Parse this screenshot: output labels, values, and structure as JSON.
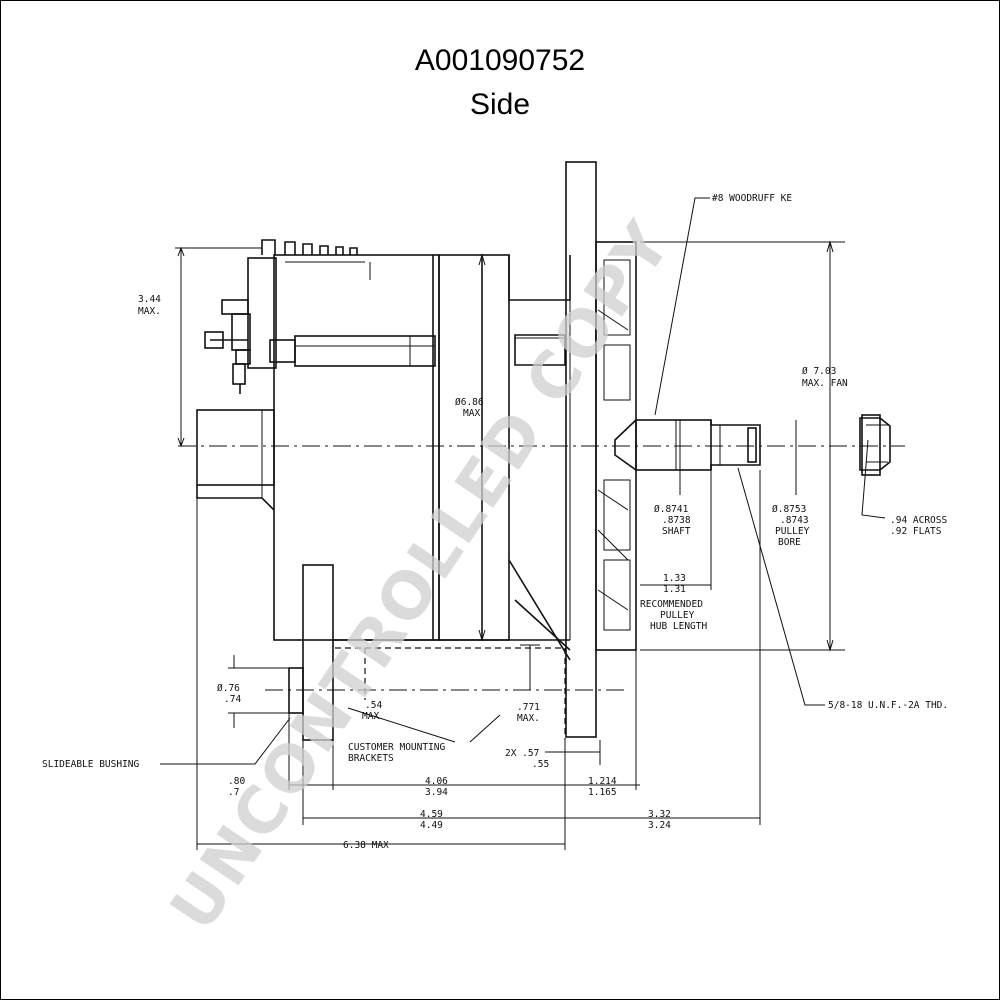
{
  "header": {
    "part_number": "A001090752",
    "view": "Side"
  },
  "watermark": "UNCONTROLLED COPY",
  "labels": {
    "max_344": "3.44",
    "max_344_sub": "MAX.",
    "dia_686": "Ø6.86",
    "dia_686_sub": "MAX",
    "woodruff": "#8 WOODRUFF KE",
    "fan_dia": "Ø 7.03",
    "fan_sub": "MAX. FAN",
    "shaft_a": "Ø.8741",
    "shaft_b": ".8738",
    "shaft_c": "SHAFT",
    "bore_a": "Ø.8753",
    "bore_b": ".8743",
    "bore_c1": "PULLEY",
    "bore_c2": "BORE",
    "flats_a": ".94 ACROSS",
    "flats_b": ".92 FLATS",
    "hub_a": "1.33",
    "hub_b": "1.31",
    "hub_c1": "RECOMMENDED",
    "hub_c2": "PULLEY",
    "hub_c3": "HUB LENGTH",
    "thread": "5/8-18 U.N.F.-2A THD.",
    "bush_dia_a": "Ø.76",
    "bush_dia_b": ".74",
    "bushing": "SLIDEABLE BUSHING",
    "max_771": ".771",
    "max_771_sub": "MAX.",
    "max_left": ".54",
    "max_left_sub": "MAX",
    "brackets_1": "CUSTOMER MOUNTING",
    "brackets_2": "BRACKETS",
    "w57_a": "2X .57",
    "w57_b": ".55",
    "d80_a": ".80",
    "d80_b": ".7",
    "d406_a": "4.06",
    "d406_b": "3.94",
    "d1214_a": "1.214",
    "d1214_b": "1.165",
    "d459_a": "4.59",
    "d459_b": "4.49",
    "d332_a": "3.32",
    "d332_b": "3.24",
    "d638": "6.38 MAX"
  }
}
